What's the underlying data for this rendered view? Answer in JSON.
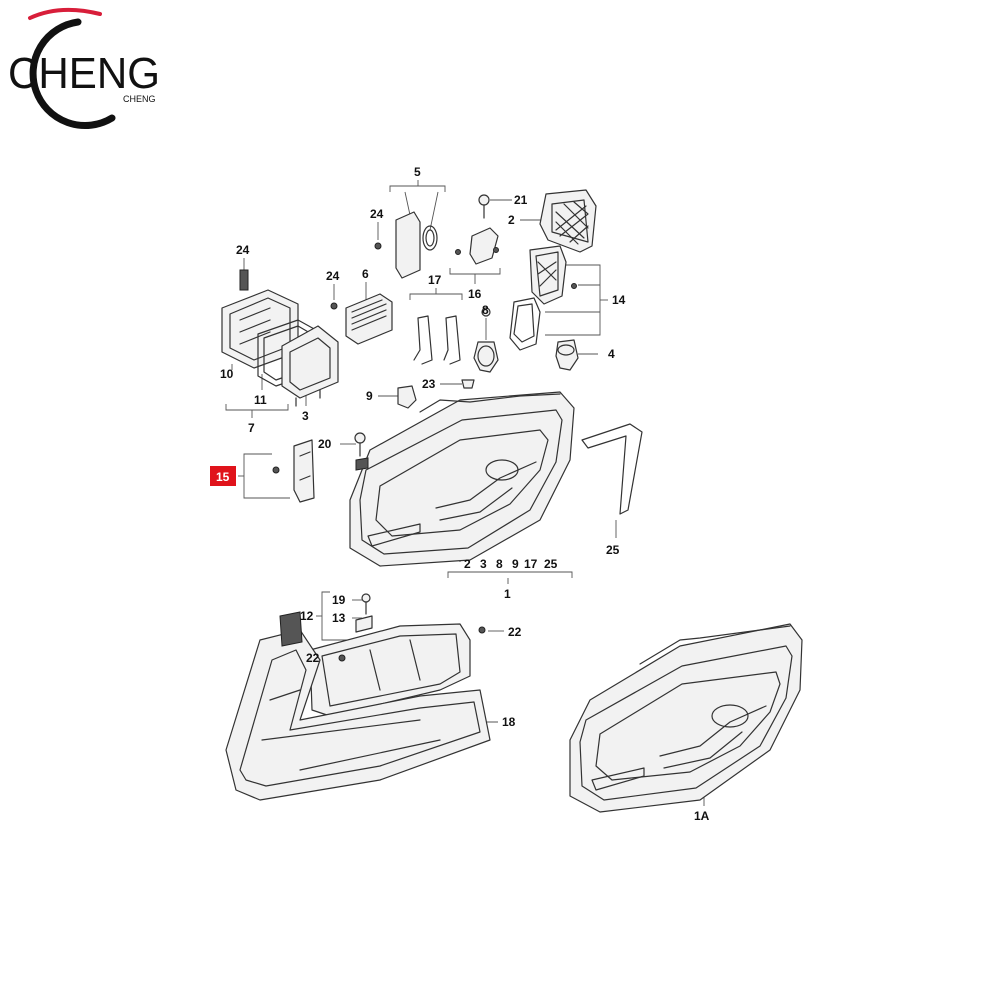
{
  "logo": {
    "brand": "CHENG",
    "subbrand": "CHENG",
    "accent_color": "#d81e3a"
  },
  "highlight_color": "#e0131b",
  "callouts": {
    "c1": "1",
    "c1a": "1A",
    "c2": "2",
    "c3": "3",
    "c4": "4",
    "c5": "5",
    "c6": "6",
    "c7": "7",
    "c8": "8",
    "c9": "9",
    "c10": "10",
    "c11": "11",
    "c12": "12",
    "c13": "13",
    "c14": "14",
    "c15": "15",
    "c16": "16",
    "c17": "17",
    "c18": "18",
    "c19": "19",
    "c20": "20",
    "c21": "21",
    "c22a": "22",
    "c22b": "22",
    "c23": "23",
    "c24a": "24",
    "c24b": "24",
    "c24c": "24",
    "c25": "25",
    "group1": [
      "2",
      "3",
      "8",
      "9",
      "17",
      "25"
    ]
  }
}
